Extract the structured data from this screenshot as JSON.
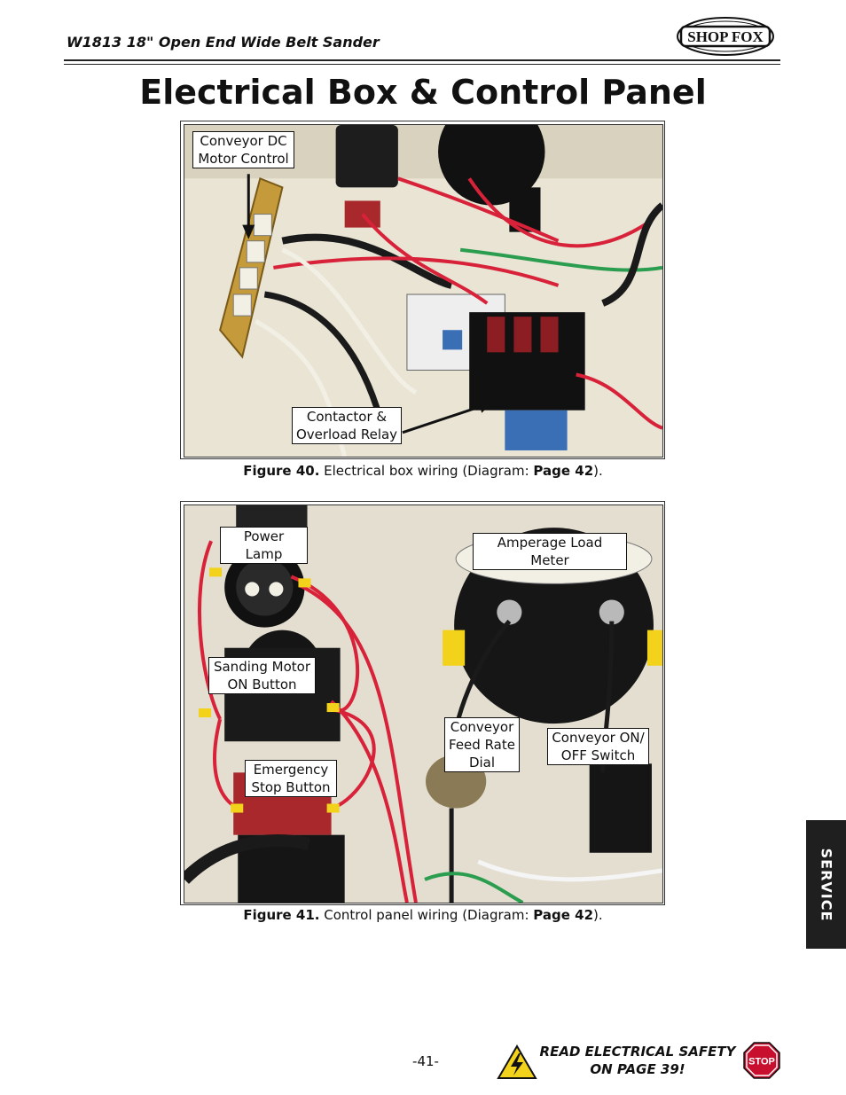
{
  "header": {
    "model_title": "W1813  18\" Open End Wide Belt Sander",
    "brand_logo_text": "SHOP FOX"
  },
  "page_title": "Electrical Box & Control Panel",
  "figure40": {
    "callouts": {
      "conveyor_dc": "Conveyor DC\nMotor Control",
      "contactor": "Contactor &\nOverload Relay"
    },
    "caption": {
      "label": "Figure 40.",
      "text": " Electrical box wiring (Diagram: ",
      "page_ref": "Page 42",
      "end": ")."
    }
  },
  "figure41": {
    "callouts": {
      "power_lamp": "Power Lamp",
      "amperage": "Amperage Load Meter",
      "sanding_on": "Sanding Motor\nON Button",
      "feed_rate": "Conveyor\nFeed Rate\nDial",
      "conveyor_switch": "Conveyor ON/\nOFF Switch",
      "estop": "Emergency\nStop Button"
    },
    "caption": {
      "label": "Figure 41.",
      "text": " Control panel wiring (Diagram: ",
      "page_ref": "Page 42",
      "end": ")."
    }
  },
  "side_tab": "SERVICE",
  "footer": {
    "page_number": "-41-",
    "warning_line1": "READ ELECTRICAL SAFETY",
    "warning_line2": "ON PAGE 39!",
    "stop_sign_text": "STOP"
  },
  "colors": {
    "wire_red": "#d8223a",
    "wire_black": "#1a1a1a",
    "panel_beige": "#e4ded0",
    "warning_yellow": "#f2d21a",
    "stop_red": "#c8102e"
  }
}
